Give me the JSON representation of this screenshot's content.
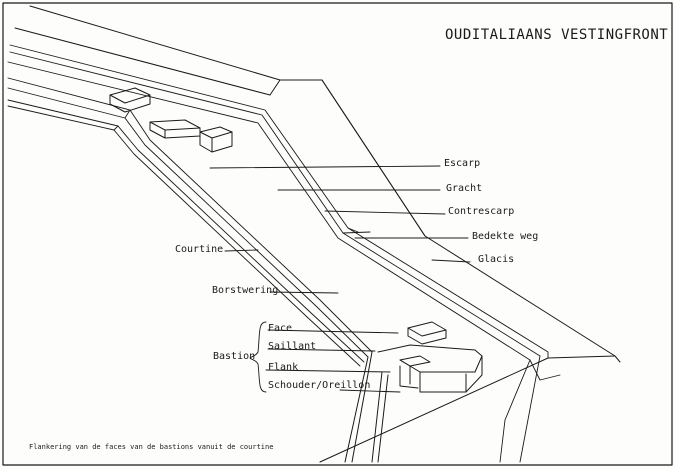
{
  "title": "OUDITALIAANS VESTINGFRONT",
  "labels": {
    "escarp": "Escarp",
    "gracht": "Gracht",
    "contrescarp": "Contrescarp",
    "bedekte_weg": "Bedekte weg",
    "glacis": "Glacis",
    "courtine": "Courtine",
    "borstwering": "Borstwering",
    "bastion": "Bastion",
    "face": "Face",
    "saillant": "Saillant",
    "flank": "Flank",
    "schouder": "Schouder/Oreillon"
  },
  "caption": "Flankering van de faces van de bastions vanuit de courtine"
}
